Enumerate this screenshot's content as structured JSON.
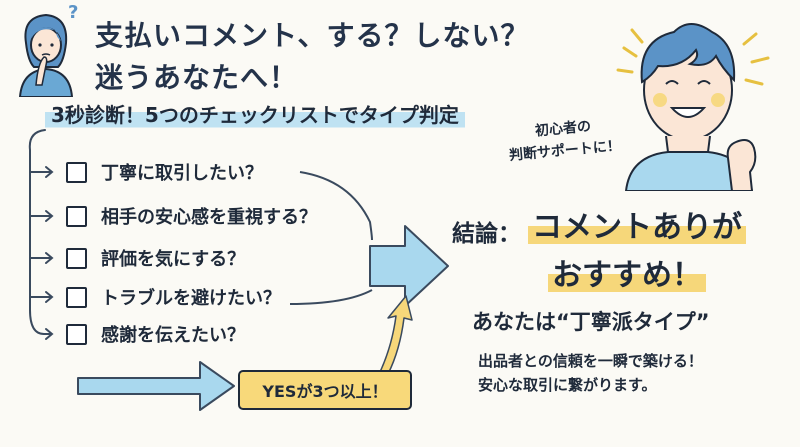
{
  "header": {
    "title_line1": "支払いコメント、する？しない？",
    "title_line2": "迷うあなたへ！",
    "question_mark": "?"
  },
  "diagnosis": {
    "subtitle": "3秒診断！5つのチェックリストでタイプ判定",
    "checklist": [
      "丁寧に取引したい？",
      "相手の安心感を重視する？",
      "評価を気にする？",
      "トラブルを避けたい？",
      "感謝を伝えたい？"
    ],
    "yes_badge": "YESが3つ以上！"
  },
  "support_note": {
    "line1": "初心者の",
    "line2": "判断サポートに！"
  },
  "conclusion": {
    "label": "結論：",
    "line1": "コメントありが",
    "line2": "おすすめ！",
    "type_text": "あなたは“丁寧派タイプ”",
    "detail_line1": "出品者との信頼を一瞬で築ける！",
    "detail_line2": "安心な取引に繋がります。"
  },
  "colors": {
    "arrow_blue": "#a9d8ee",
    "highlight_yellow": "#f6d77a",
    "highlight_blue": "#bfe2f2",
    "ink": "#1f2a3a"
  }
}
